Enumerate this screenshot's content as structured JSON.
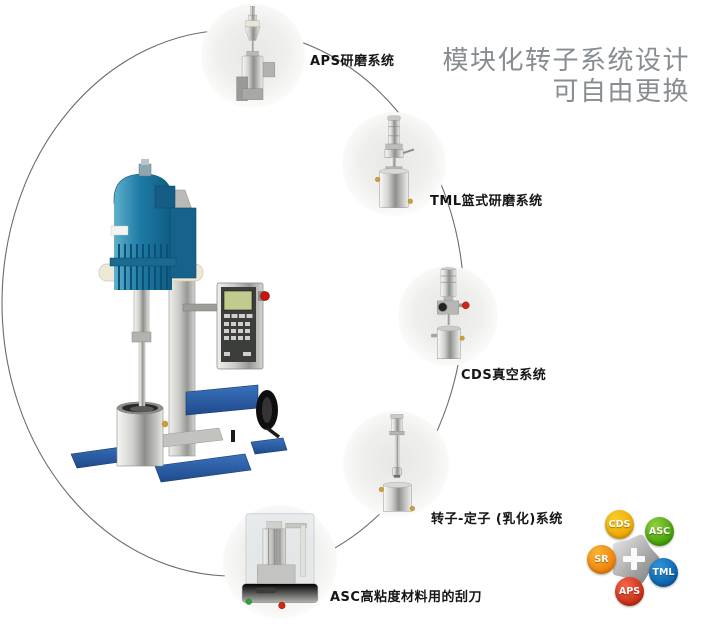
{
  "title": {
    "line1": "模块化转子系统设计",
    "line2": "可自由更换",
    "color": "#878d90"
  },
  "machine": {
    "description": "blue dispersing mixer with control panel and steel vessel",
    "motor_color": "#1d7aa4",
    "base_color": "#2b5ea8"
  },
  "attachments": [
    {
      "id": "aps",
      "label": "APS研磨系统"
    },
    {
      "id": "tml",
      "label": "TML篮式研磨系统"
    },
    {
      "id": "cds",
      "label": "CDS真空系统"
    },
    {
      "id": "rotor",
      "label": "转子-定子 (乳化)系统"
    },
    {
      "id": "asc",
      "label": "ASC高粘度材料用的刮刀"
    }
  ],
  "badge_cluster": {
    "center_icon": "plus-gear-icon",
    "badges": [
      {
        "label": "CDS",
        "color_top": "#f9cd2a",
        "color_bottom": "#eba300"
      },
      {
        "label": "ASC",
        "color_top": "#92cf3e",
        "color_bottom": "#3a9b03"
      },
      {
        "label": "SR",
        "color_top": "#fcb335",
        "color_bottom": "#ec7c04"
      },
      {
        "label": "TML",
        "color_top": "#2d95d9",
        "color_bottom": "#0b5ba4"
      },
      {
        "label": "APS",
        "color_top": "#f56449",
        "color_bottom": "#c42811"
      }
    ]
  }
}
